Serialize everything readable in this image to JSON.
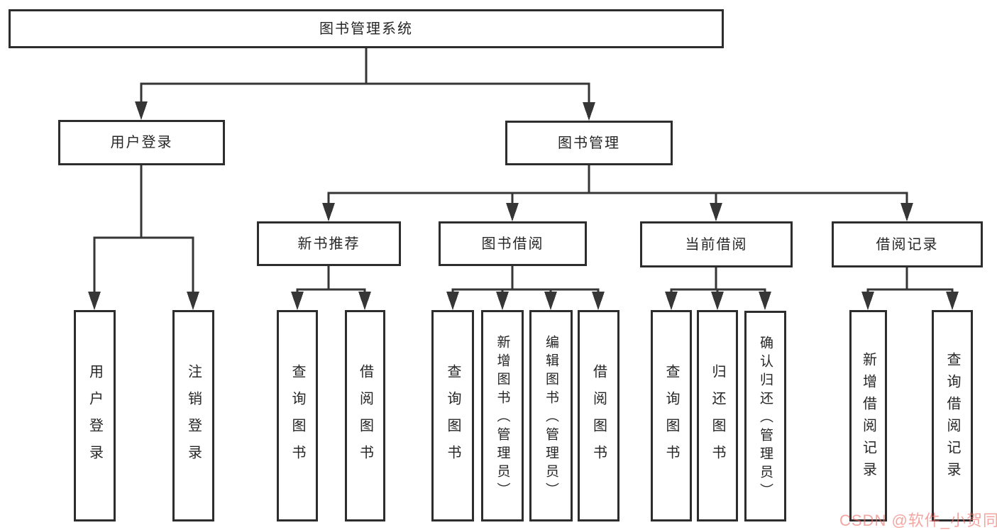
{
  "tree": {
    "root": "图书管理系统",
    "branches": [
      {
        "label": "用户登录",
        "children": [
          "用户登录",
          "注销登录"
        ]
      },
      {
        "label": "图书管理",
        "groups": [
          {
            "label": "新书推荐",
            "children": [
              "查询图书",
              "借阅图书"
            ]
          },
          {
            "label": "图书借阅",
            "children": [
              "查询图书",
              "新增图书（管理员）",
              "编辑图书（管理员）",
              "借阅图书"
            ]
          },
          {
            "label": "当前借阅",
            "children": [
              "查询图书",
              "归还图书",
              "确认归还（管理员）"
            ]
          },
          {
            "label": "借阅记录",
            "children": [
              "新增借阅记录",
              "查询借阅记录"
            ]
          }
        ]
      }
    ]
  },
  "watermark": {
    "text": "CSDN @软件_小贺同学",
    "color": "#ec7067"
  },
  "colors": {
    "line": "#363636",
    "border": "#2d2d2d",
    "text": "#262626",
    "background": "#ffffff"
  }
}
